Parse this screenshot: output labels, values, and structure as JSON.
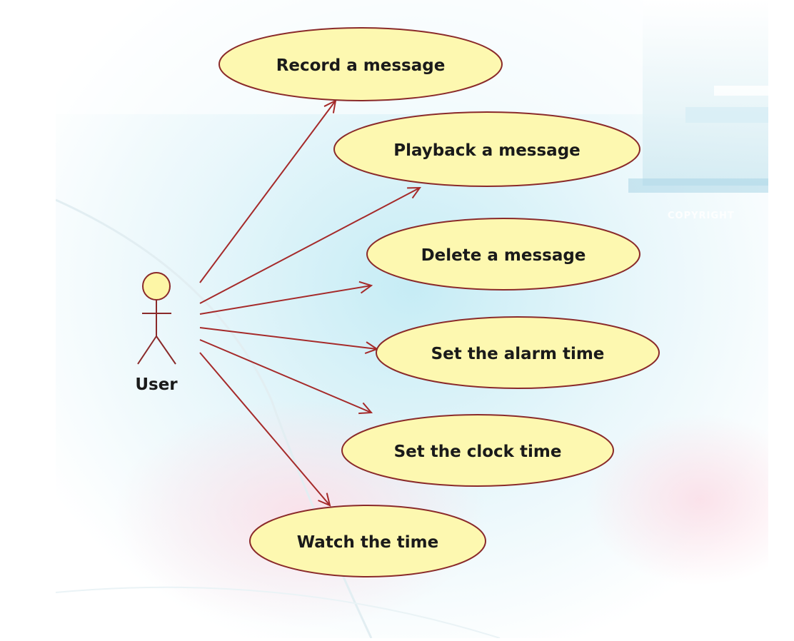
{
  "actor": {
    "label": "User"
  },
  "use_cases": [
    {
      "id": "record",
      "label": "Record a message"
    },
    {
      "id": "playback",
      "label": "Playback a message"
    },
    {
      "id": "delete",
      "label": "Delete a message"
    },
    {
      "id": "alarm",
      "label": "Set the alarm time"
    },
    {
      "id": "clock",
      "label": "Set the clock time"
    },
    {
      "id": "watch",
      "label": "Watch the time"
    }
  ],
  "associations": [
    {
      "from": "User",
      "to": "record"
    },
    {
      "from": "User",
      "to": "playback"
    },
    {
      "from": "User",
      "to": "delete"
    },
    {
      "from": "User",
      "to": "alarm"
    },
    {
      "from": "User",
      "to": "clock"
    },
    {
      "from": "User",
      "to": "watch"
    }
  ],
  "background_watermark_text": "COPYRIGHT",
  "colors": {
    "usecase_fill": "#fdf8b0",
    "usecase_stroke": "#8a2a2a",
    "arrow": "#a52a2a",
    "actor_fill": "#fdf6a6",
    "text": "#1a1a1a"
  }
}
